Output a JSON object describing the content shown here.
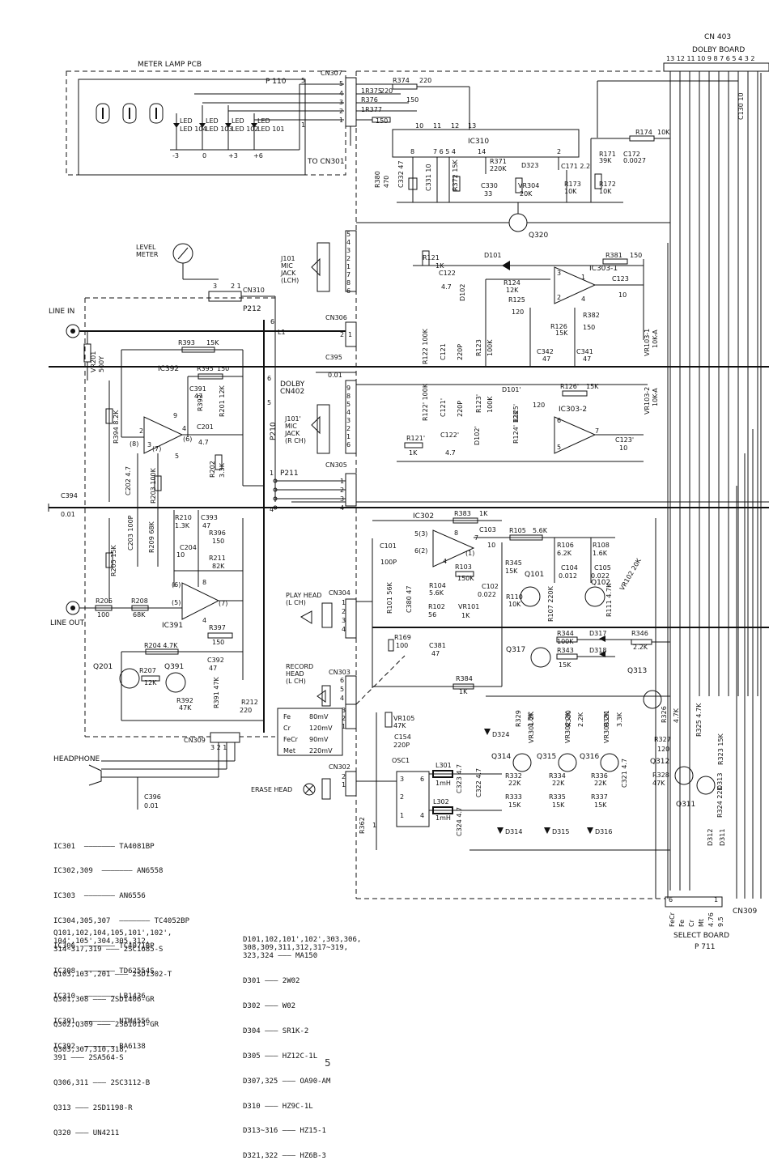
{
  "header": {
    "cn403": "CN 403",
    "dolby_board": "DOLBY BOARD",
    "cn403_pins": "13 12 11 10 9 8 7 6 5 4 3 2"
  },
  "blocks": {
    "meter_lamp": "METER LAMP PCB",
    "p110": "P 110",
    "to_cn301": "TO CN301",
    "level_meter": "LEVEL\nMETER",
    "line_in": "LINE IN",
    "line_out": "LINE OUT",
    "headphone": "HEADPHONE",
    "erase_head": "ERASE HEAD",
    "play_head": "PLAY HEAD\n(L CH)",
    "record_head": "RECORD\nHEAD\n(L CH)",
    "j101_l": "J101\nMIC\nJACK\n(LCH)",
    "j101_r": "J101'\nMIC\nJACK\n(R CH)",
    "dolby_cn402": "DOLBY\nCN402",
    "select_board": "SELECT BOARD",
    "p711": "P 711",
    "cn309_r": "CN309",
    "osc1": "OSC1",
    "page_number": "5"
  },
  "connectors": [
    "CN307",
    "CN310",
    "P212",
    "CN306",
    "CN305",
    "P210",
    "P211",
    "CN304",
    "CN303",
    "CN302",
    "CN309"
  ],
  "ics": [
    "IC310",
    "IC303-1",
    "IC303-2",
    "IC392",
    "IC302",
    "IC391"
  ],
  "transistors": [
    "Q320",
    "Q101",
    "Q102",
    "Q317",
    "Q313",
    "Q201",
    "Q391",
    "Q314",
    "Q315",
    "Q316",
    "Q312",
    "Q311"
  ],
  "leds": [
    "LED 104",
    "LED 103",
    "LED 102",
    "LED 101"
  ],
  "led_levels": [
    "-3",
    "0",
    "+3",
    "+6"
  ],
  "bias_table": [
    {
      "tape": "Fe",
      "value": "80mV"
    },
    {
      "tape": "Cr",
      "value": "120mV"
    },
    {
      "tape": "FeCr",
      "value": "90mV"
    },
    {
      "tape": "Met",
      "value": "220mV"
    }
  ],
  "select_pins": [
    "FeCr",
    "Fe",
    "Cr",
    "Mt",
    "4.76",
    "9.5"
  ],
  "ic_list": [
    {
      "ref": "IC301",
      "part": "TA4081BP"
    },
    {
      "ref": "IC302,309",
      "part": "AN6558"
    },
    {
      "ref": "IC303",
      "part": "AN6556"
    },
    {
      "ref": "IC304,305,307",
      "part": "TC4052BP"
    },
    {
      "ref": "IC306",
      "part": "TC4071BP"
    },
    {
      "ref": "IC308",
      "part": "TD62554S"
    },
    {
      "ref": "IC310",
      "part": "LB1436"
    },
    {
      "ref": "IC391",
      "part": "NTM4556"
    },
    {
      "ref": "IC392",
      "part": "BA6138"
    }
  ],
  "transistor_list": [
    {
      "ref": "Q101,102,104,105,101',102',\n104',105',304,305,312,\n314~317,319",
      "part": "2SC1685-S"
    },
    {
      "ref": "Q103,103',201",
      "part": "2SD1302-T"
    },
    {
      "ref": "Q301,308",
      "part": "2SD1406-GR"
    },
    {
      "ref": "Q302,Q309",
      "part": "2SB1015-GR"
    },
    {
      "ref": "Q303,307,310,318,\n391",
      "part": "2SA564-S"
    },
    {
      "ref": "Q306,311",
      "part": "2SC3112-B"
    },
    {
      "ref": "Q313",
      "part": "2SD1198-R"
    },
    {
      "ref": "Q320",
      "part": "UN4211"
    }
  ],
  "diode_list": [
    {
      "ref": "D101,102,101',102',303,306,\n308,309,311,312,317~319,\n323,324",
      "part": "MA150"
    },
    {
      "ref": "D301",
      "part": "2W02"
    },
    {
      "ref": "D302",
      "part": "W02"
    },
    {
      "ref": "D304",
      "part": "SR1K-2"
    },
    {
      "ref": "D305",
      "part": "HZ12C-1L"
    },
    {
      "ref": "D307,325",
      "part": "OA90-AM"
    },
    {
      "ref": "D310",
      "part": "HZ9C-1L"
    },
    {
      "ref": "D313~316",
      "part": "HZ15-1"
    },
    {
      "ref": "D321,322",
      "part": "HZ6B-3"
    }
  ]
}
